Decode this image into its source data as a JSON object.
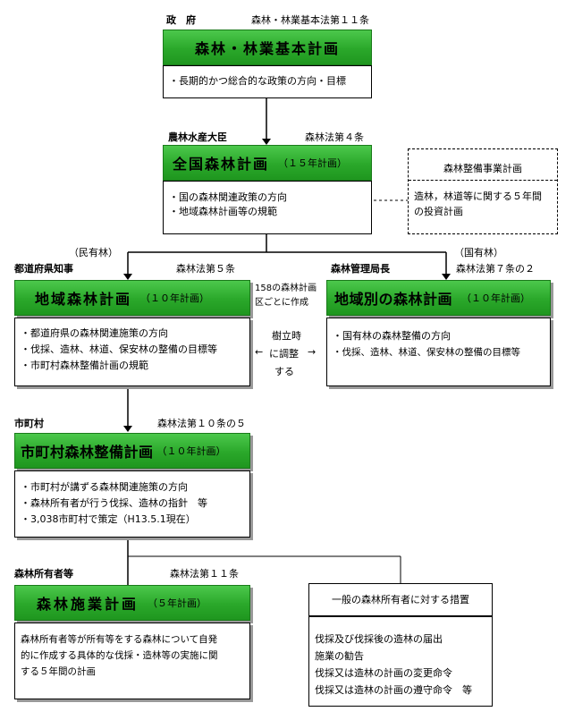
{
  "gov": {
    "org": "政　府",
    "law": "森林・林業基本法第１１条",
    "title": "森林・林業基本計画",
    "items": [
      "・長期的かつ総合的な政策の方向・目標"
    ]
  },
  "minister": {
    "org": "農林水産大臣",
    "law": "森林法第４条",
    "title": "全国森林計画",
    "subtitle": "（１５年計画）",
    "items": [
      "・国の森林関連政策の方向",
      "・地域森林計画等の規範"
    ]
  },
  "business_plan": {
    "title": "森林整備事業計画",
    "lines": [
      "造林，林道等に関する５年間",
      "の投資計画"
    ]
  },
  "prefecture": {
    "tag": "（民有林）",
    "org": "都道府県知事",
    "law": "森林法第５条",
    "title": "地域森林計画",
    "subtitle": "（１０年計画）",
    "items": [
      "・都道府県の森林関連施策の方向",
      "・伐採、造林、林道、保安林の整備の目標等",
      "・市町村森林整備計画の規範"
    ]
  },
  "national_forest": {
    "tag": "（国有林）",
    "org": "森林管理局長",
    "law": "森林法第７条の２",
    "title": "地域別の森林計画",
    "subtitle": "（１０年計画）",
    "items": [
      "・国有林の森林整備の方向",
      "・伐採、造林、林道、保安林の整備の目標等"
    ]
  },
  "middle_note": {
    "line1": "158の森林計画",
    "line2": "区ごとに作成",
    "adjust1": "樹立時",
    "adjust2": "に調整",
    "adjust3": "する",
    "arrow_left": "←",
    "arrow_right": "→"
  },
  "municipality": {
    "org": "市町村",
    "law": "森林法第１０条の５",
    "title": "市町村森林整備計画",
    "subtitle": "（１０年計画）",
    "items": [
      "・市町村が講ずる森林関連施策の方向",
      "・森林所有者が行う伐採、造林の指針　等",
      "・3,038市町村で策定（H13.5.1現在）"
    ]
  },
  "owner": {
    "org": "森林所有者等",
    "law": "森林法第１１条",
    "title": "森林施業計画",
    "subtitle": "（５年計画）",
    "lines": [
      "森林所有者等が所有等をする森林について自発",
      "的に作成する具体的な伐採・造林等の実施に関",
      "する５年間の計画"
    ]
  },
  "general_measures": {
    "title": "一般の森林所有者に対する措置",
    "lines": [
      "伐採及び伐採後の造林の届出",
      "施業の勧告",
      "伐採又は造林の計画の変更命令",
      "伐採又は造林の計画の遵守命令　等"
    ]
  }
}
